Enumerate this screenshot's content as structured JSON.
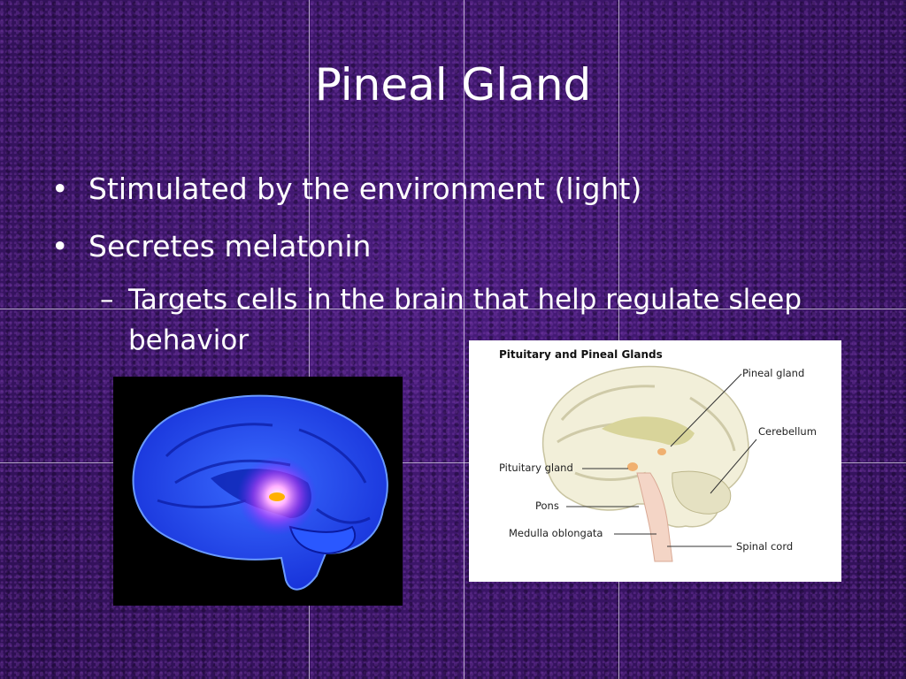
{
  "slide": {
    "title": "Pineal Gland",
    "bullets": [
      "Stimulated by the environment (light)",
      "Secretes melatonin"
    ],
    "bullet_glyph": "•",
    "sub_glyph": "–",
    "sub_bullet_line1": "Targets cells in the brain that help regulate sleep",
    "sub_bullet_line2": "behavior"
  },
  "diagram": {
    "title": "Pituitary and Pineal Glands",
    "labels": {
      "pineal": "Pineal gland",
      "cerebellum": "Cerebellum",
      "pituitary": "Pituitary gland",
      "pons": "Pons",
      "medulla": "Medulla oblongata",
      "spinal": "Spinal cord"
    }
  },
  "colors": {
    "background": "#3a1566",
    "text": "#ffffff",
    "brain_blue": "#1f4cff",
    "glow": "#ff66ff"
  }
}
